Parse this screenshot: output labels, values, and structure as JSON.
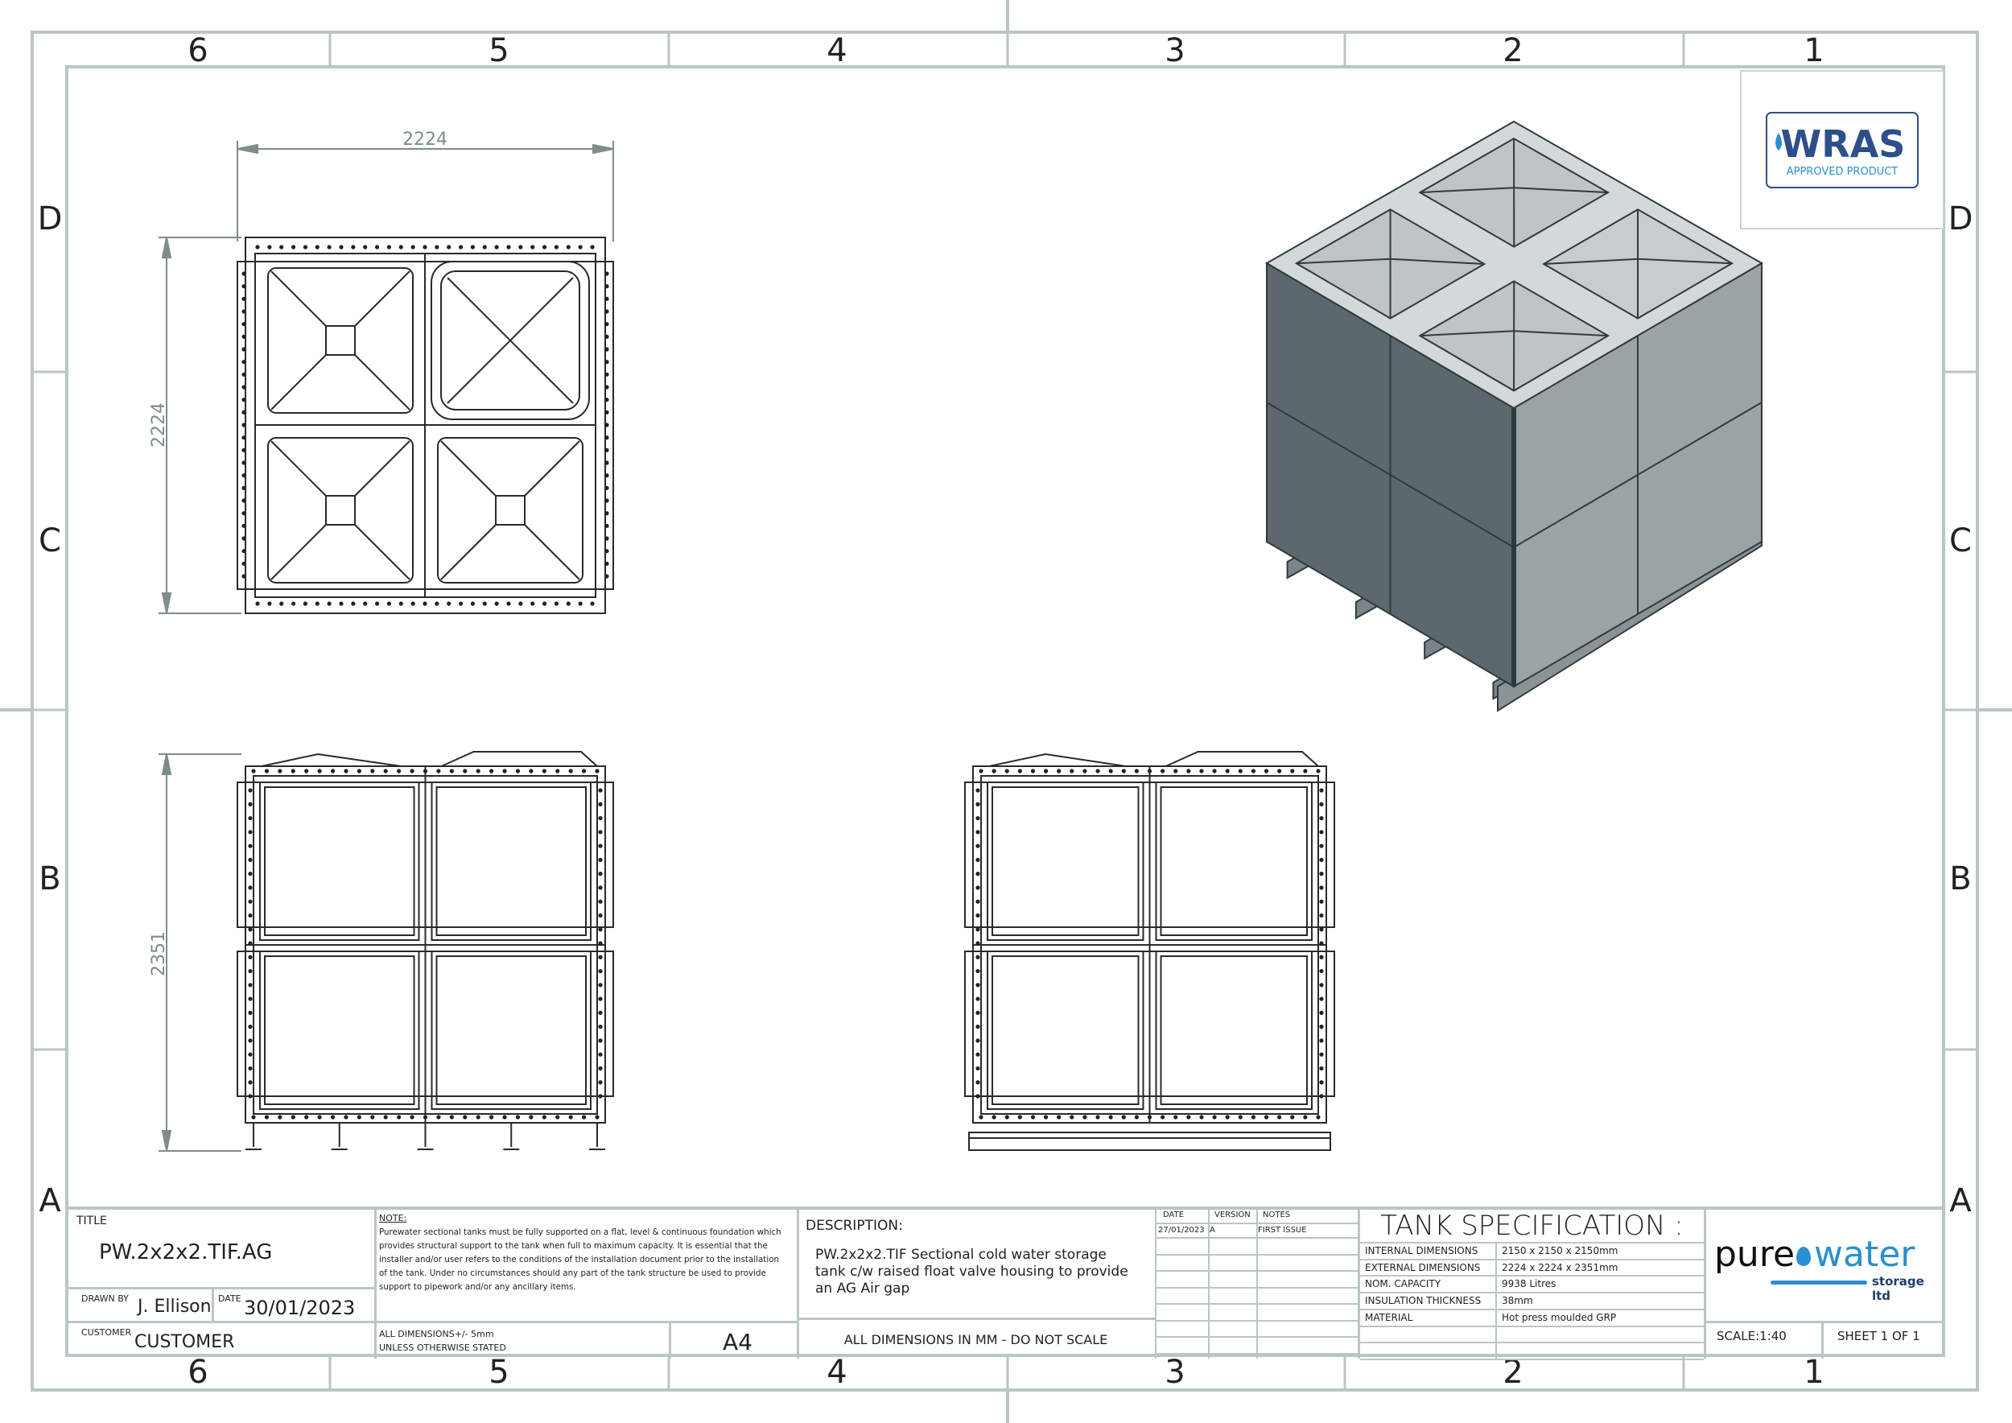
{
  "zones": {
    "columns": [
      "6",
      "5",
      "4",
      "3",
      "2",
      "1"
    ],
    "rows": [
      "D",
      "C",
      "B",
      "A"
    ]
  },
  "dimensions": {
    "top_width": "2224",
    "top_depth": "2224",
    "front_height": "2351"
  },
  "wras_logo": {
    "text": "WRAS",
    "subtext": "APPROVED PRODUCT"
  },
  "title_block": {
    "title_label": "TITLE",
    "title": "PW.2x2x2.TIF.AG",
    "drawn_by_label": "DRAWN BY",
    "drawn_by": "J. Ellison",
    "date_label": "DATE",
    "date": "30/01/2023",
    "customer_label": "CUSTOMER",
    "customer": "CUSTOMER",
    "note_label": "NOTE:",
    "note": "Purewater sectional tanks must be fully supported on a flat, level & continuous foundation which provides structural support to the tank when full to maximum capacity. It is essential that the installer and/or user refers to the conditions of the installation document prior to the installation of the tank. Under no circumstances should any part of the tank structure be used to provide support to pipework and/or any ancillary items.",
    "tolerance_line1": "ALL DIMENSIONS+/- 5mm",
    "tolerance_line2": "UNLESS OTHERWISE STATED",
    "paper_size": "A4",
    "description_label": "DESCRIPTION:",
    "description": "PW.2x2x2.TIF Sectional cold water storage tank c/w raised float valve housing to provide an AG Air gap",
    "scale_note": "ALL DIMENSIONS IN MM - DO NOT SCALE",
    "revisions": {
      "headers": [
        "DATE",
        "VERSION",
        "NOTES"
      ],
      "rows": [
        [
          "27/01/2023",
          "A",
          "FIRST ISSUE"
        ]
      ]
    },
    "spec_title": "TANK SPECIFICATION :",
    "spec": [
      {
        "label": "INTERNAL DIMENSIONS",
        "value": "2150 x 2150 x 2150mm"
      },
      {
        "label": "EXTERNAL DIMENSIONS",
        "value": "2224 x 2224 x 2351mm"
      },
      {
        "label": "NOM. CAPACITY",
        "value": "9938 Litres"
      },
      {
        "label": "INSULATION THICKNESS",
        "value": "38mm"
      },
      {
        "label": "MATERIAL",
        "value": "Hot press moulded GRP"
      }
    ],
    "brand_logo": {
      "word1": "pure",
      "word2": "water",
      "tagline": "storage ltd"
    },
    "scale": "SCALE:1:40",
    "sheet": "SHEET 1 OF 1"
  },
  "colors": {
    "frame": "#b9c6c6",
    "line": "#2a2a2a",
    "iso_left": "#5d686d",
    "iso_right": "#9aa4a7",
    "iso_top": "#d3d8d8",
    "brand_blue": "#2a8fd0"
  }
}
